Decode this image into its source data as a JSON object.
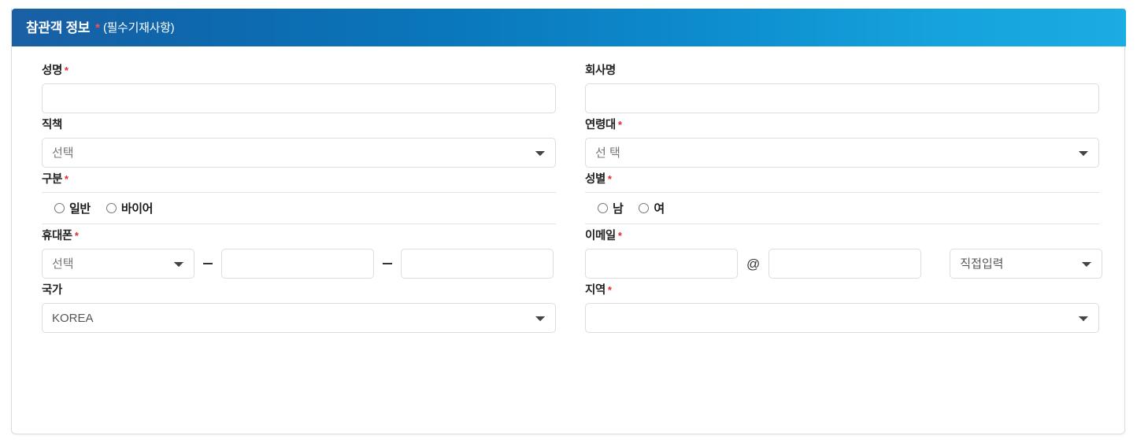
{
  "header": {
    "title": "참관객 정보",
    "required_star": "*",
    "subtitle": "(필수기재사항)"
  },
  "form": {
    "name": {
      "label": "성명",
      "star": "*",
      "value": "",
      "placeholder": ""
    },
    "company": {
      "label": "회사명",
      "star": "",
      "value": "",
      "placeholder": ""
    },
    "position": {
      "label": "직책",
      "star": "",
      "selected": "선택"
    },
    "age_group": {
      "label": "연령대",
      "star": "*",
      "selected": "선 택"
    },
    "category": {
      "label": "구분",
      "star": "*",
      "options": [
        {
          "label": "일반",
          "checked": false
        },
        {
          "label": "바이어",
          "checked": false
        }
      ]
    },
    "gender": {
      "label": "성별",
      "star": "*",
      "options": [
        {
          "label": "남",
          "checked": false
        },
        {
          "label": "여",
          "checked": false
        }
      ]
    },
    "mobile": {
      "label": "휴대폰",
      "star": "*",
      "prefix_selected": "선택",
      "separator": "—",
      "part2": "",
      "part3": ""
    },
    "email": {
      "label": "이메일",
      "star": "*",
      "local": "",
      "at": "@",
      "domain": "",
      "domain_selected": "직접입력"
    },
    "country": {
      "label": "국가",
      "star": "",
      "selected": "KOREA"
    },
    "region": {
      "label": "지역",
      "star": "*",
      "selected": ""
    }
  },
  "colors": {
    "header_gradient_start": "#1a5fa4",
    "header_gradient_end": "#1aace2",
    "required_star": "#e02b2b",
    "label_text": "#222222",
    "input_border": "#dddddd",
    "placeholder_text": "#a8a8a8"
  }
}
